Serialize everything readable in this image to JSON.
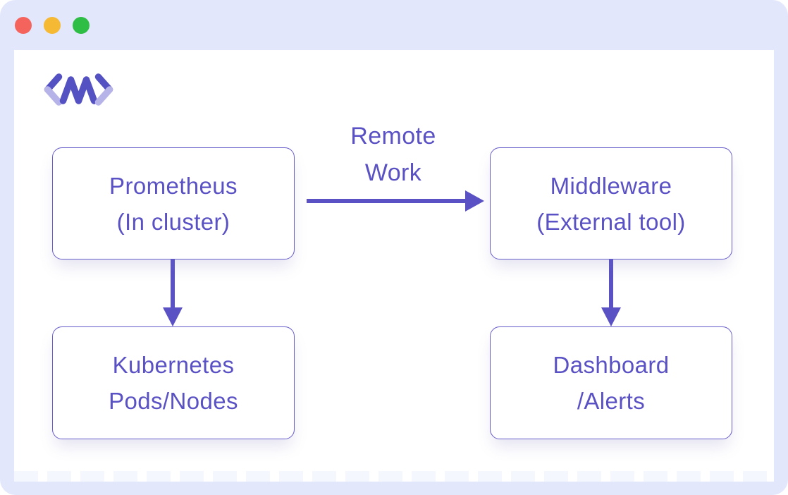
{
  "window": {
    "type": "browser-window-mock",
    "controls": [
      {
        "name": "close",
        "color": "#f4635c"
      },
      {
        "name": "minimize",
        "color": "#f5b933"
      },
      {
        "name": "maximize",
        "color": "#2ebd45"
      }
    ]
  },
  "brand": {
    "logo": "middleware-code-wave-logo",
    "logo_dark": "#5451c3",
    "logo_light": "#b6b3e9"
  },
  "theme": {
    "frame_background": "#e3e7fb",
    "surface": "#ffffff",
    "accent": "#5a52c4",
    "node_border": "#665cc9"
  },
  "diagram": {
    "nodes": [
      {
        "id": "prometheus",
        "lines": [
          "Prometheus",
          "(In cluster)"
        ]
      },
      {
        "id": "middleware",
        "lines": [
          "Middleware",
          "(External tool)"
        ]
      },
      {
        "id": "kubernetes-pods-nodes",
        "lines": [
          "Kubernetes",
          "Pods/Nodes"
        ]
      },
      {
        "id": "dashboard-alerts",
        "lines": [
          "Dashboard",
          "/Alerts"
        ]
      }
    ],
    "edges": [
      {
        "from": "prometheus",
        "to": "middleware",
        "label": "Remote Work",
        "direction": "right"
      },
      {
        "from": "prometheus",
        "to": "kubernetes-pods-nodes",
        "label": "",
        "direction": "down"
      },
      {
        "from": "middleware",
        "to": "dashboard-alerts",
        "label": "",
        "direction": "down"
      }
    ]
  }
}
